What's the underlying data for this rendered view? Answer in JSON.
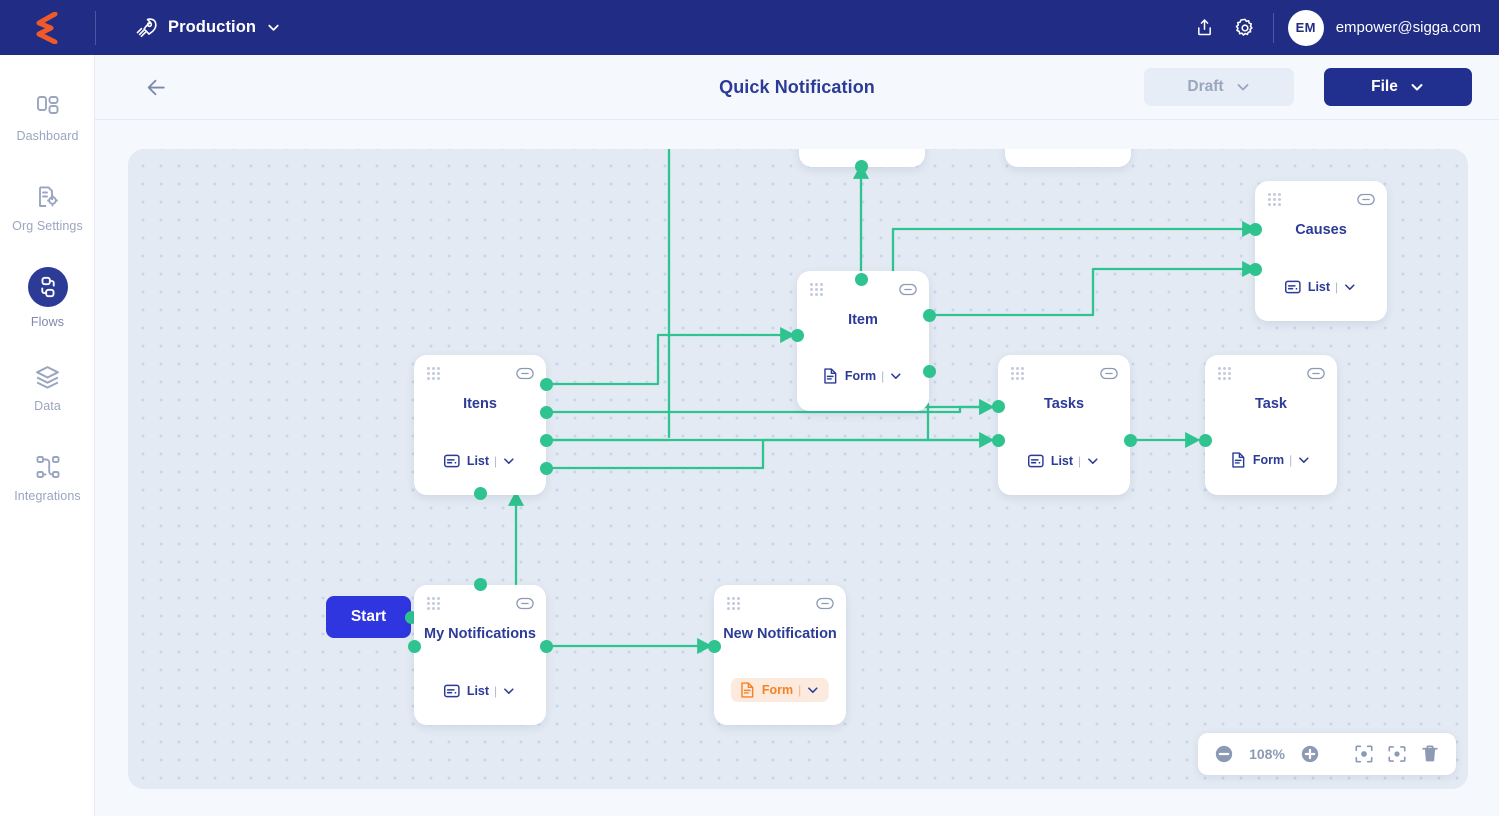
{
  "topbar": {
    "logo_icon": "sigga-logo-icon",
    "environment": "Production",
    "env_caret_icon": "chevron-down-icon",
    "share_icon": "share-upload-icon",
    "settings_icon": "gear-icon",
    "avatar_initials": "EM",
    "user_email": "empower@sigga.com",
    "brand_color": "#212d84",
    "accent_color": "#f05a28"
  },
  "sidebar": {
    "items": [
      {
        "label": "Dashboard",
        "icon": "dashboard-icon",
        "active": false
      },
      {
        "label": "Org Settings",
        "icon": "org-settings-icon",
        "active": false
      },
      {
        "label": "Flows",
        "icon": "flows-icon",
        "active": true
      },
      {
        "label": "Data",
        "icon": "data-layers-icon",
        "active": false
      },
      {
        "label": "Integrations",
        "icon": "integrations-icon",
        "active": false
      }
    ]
  },
  "subheader": {
    "back_icon": "arrow-left-icon",
    "title": "Quick Notification",
    "status_label": "Draft",
    "status_caret_icon": "chevron-down-icon",
    "file_label": "File",
    "file_caret_icon": "chevron-down-icon"
  },
  "canvas": {
    "start_label": "Start",
    "nodes": [
      {
        "id": "itens",
        "title": "Itens",
        "badge": "List",
        "badge_icon": "list-icon",
        "accent": false
      },
      {
        "id": "item",
        "title": "Item",
        "badge": "Form",
        "badge_icon": "form-icon",
        "accent": false
      },
      {
        "id": "causes",
        "title": "Causes",
        "badge": "List",
        "badge_icon": "list-icon",
        "accent": false
      },
      {
        "id": "tasks",
        "title": "Tasks",
        "badge": "List",
        "badge_icon": "list-icon",
        "accent": false
      },
      {
        "id": "task",
        "title": "Task",
        "badge": "Form",
        "badge_icon": "form-icon",
        "accent": false
      },
      {
        "id": "my-notifications",
        "title": "My Notifications",
        "badge": "List",
        "badge_icon": "list-icon",
        "accent": false
      },
      {
        "id": "new-notification",
        "title": "New Notification",
        "badge": "Form",
        "badge_icon": "form-icon",
        "accent": true
      }
    ],
    "node_drag_icon": "drag-grip-icon",
    "node_link_icon": "link-collapse-icon",
    "badge_caret_icon": "chevron-down-icon",
    "edge_color": "#2fc48f",
    "port_color": "#2fc48f"
  },
  "zoom_toolbar": {
    "zoom_out_icon": "zoom-out-icon",
    "zoom_level": "108%",
    "zoom_in_icon": "zoom-in-icon",
    "fit_view_icon": "fit-view-icon",
    "focus_icon": "focus-node-icon",
    "delete_icon": "trash-icon"
  }
}
